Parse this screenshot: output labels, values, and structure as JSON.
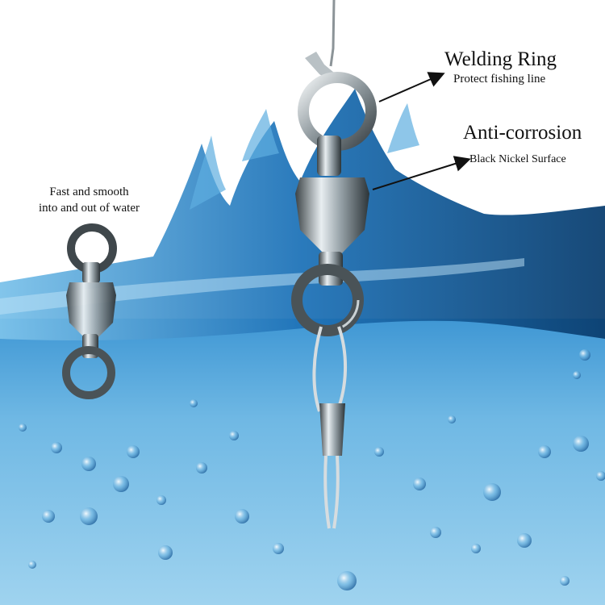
{
  "annotations": {
    "welding": {
      "title": "Welding Ring",
      "subtitle": "Protect fishing line"
    },
    "anticorrosion": {
      "title": "Anti-corrosion",
      "subtitle": "Black Nickel Surface"
    },
    "fast": {
      "line1": "Fast and smooth",
      "line2": "into and out  of water"
    }
  },
  "colors": {
    "background": "#ffffff",
    "water_light": "#7fc4ea",
    "water_dark": "#0d4f86",
    "metal_light": "#e8eef1",
    "metal_dark": "#2c3438",
    "arrow": "#111111"
  },
  "objects": [
    "water-splash",
    "bubbles",
    "large-ball-bearing-swivel",
    "small-ball-bearing-swivel",
    "fishing-line",
    "steel-wire-leader",
    "crimp-sleeve"
  ]
}
